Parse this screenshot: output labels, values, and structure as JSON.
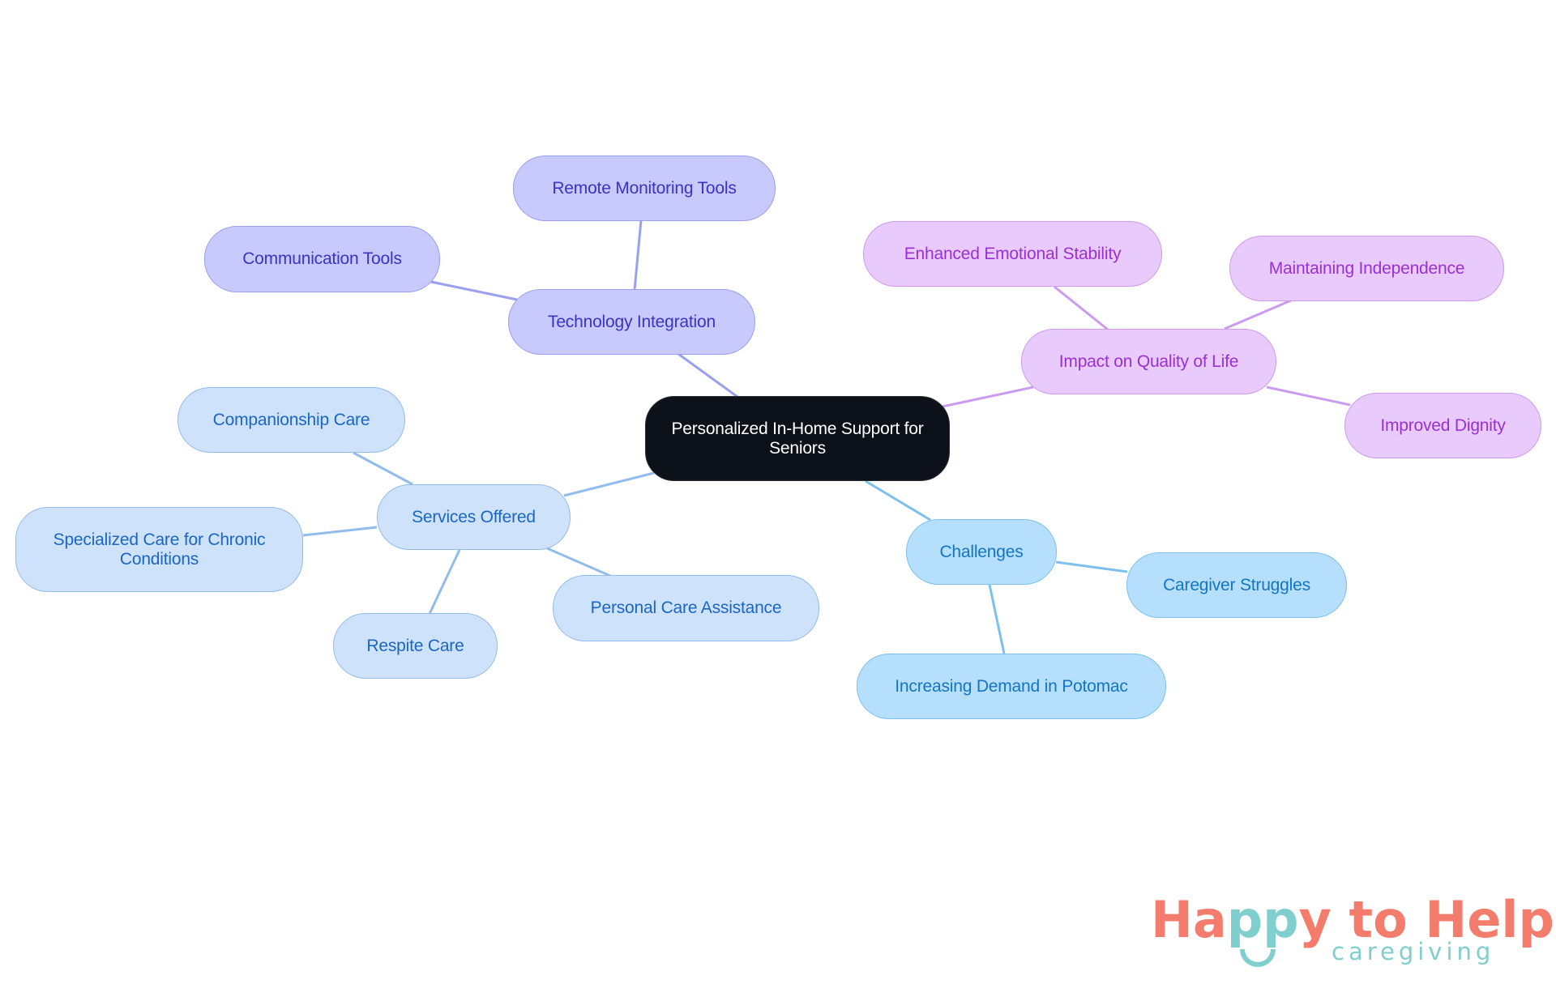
{
  "diagram": {
    "type": "mind-map",
    "root": {
      "label": "Personalized In-Home Support for Seniors"
    },
    "branches": [
      {
        "label": "Technology Integration",
        "color": "#c8c9fc",
        "children": [
          "Remote Monitoring Tools",
          "Communication Tools"
        ]
      },
      {
        "label": "Impact on Quality of Life",
        "color": "#e8cbfc",
        "children": [
          "Enhanced Emotional Stability",
          "Maintaining Independence",
          "Improved Dignity"
        ]
      },
      {
        "label": "Services Offered",
        "color": "#cfe2fb",
        "children": [
          "Companionship Care",
          "Specialized Care for Chronic Conditions",
          "Respite Care",
          "Personal Care Assistance"
        ]
      },
      {
        "label": "Challenges",
        "color": "#b5dffc",
        "children": [
          "Caregiver Struggles",
          "Increasing Demand in Potomac"
        ]
      }
    ]
  },
  "logo": {
    "part1": "Ha",
    "part2": "pp",
    "part3": "y to Help",
    "subtitle": "caregiving",
    "primary_color": "#f47c6d",
    "secondary_color": "#7ecfcd"
  },
  "colors": {
    "root_bg": "#0c111a",
    "tech_edge": "#9aa0f0",
    "impact_edge": "#cc9af0",
    "services_edge": "#92bcec",
    "challenges_edge": "#7cc0ee"
  }
}
